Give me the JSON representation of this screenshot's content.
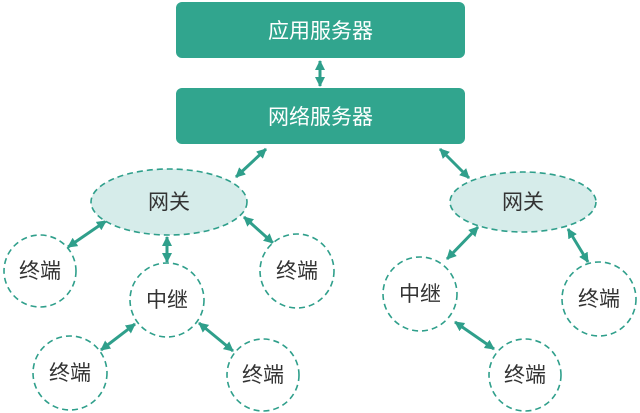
{
  "colors": {
    "primary": "#31a58e",
    "line": "#2f9f8b",
    "gateway_fill": "#d6ecea",
    "node_fill": "#ffffff",
    "text_dark": "#333333",
    "text_light": "#ffffff"
  },
  "nodes": {
    "app_server": "应用服务器",
    "network_server": "网络服务器",
    "gateway_left": "网关",
    "gateway_right": "网关",
    "relay_left": "中继",
    "relay_right": "中继",
    "terminals": [
      "终端",
      "终端",
      "终端",
      "终端",
      "终端",
      "终端"
    ]
  }
}
